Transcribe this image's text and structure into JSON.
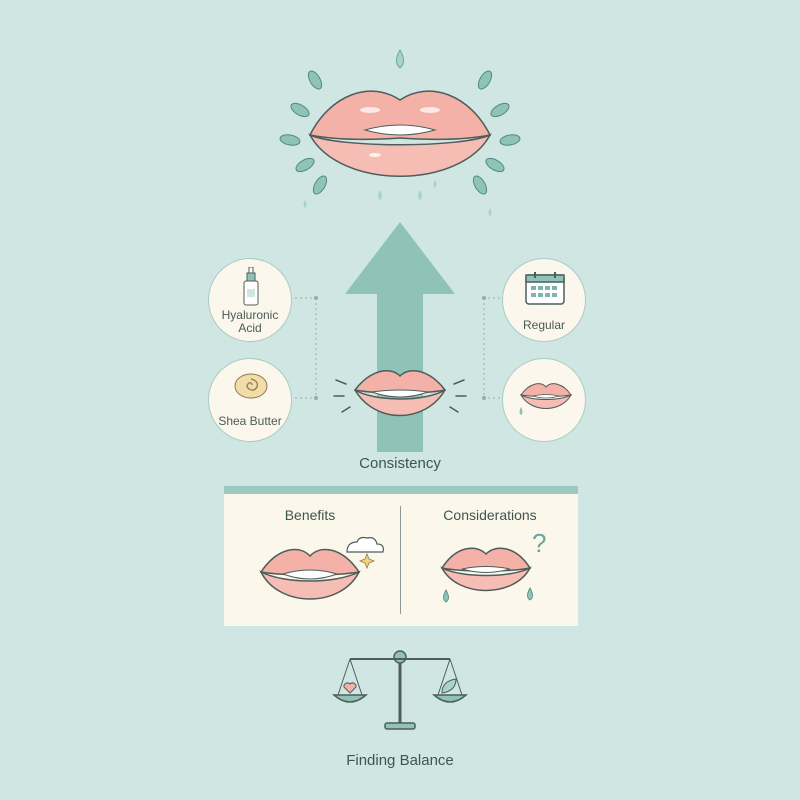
{
  "ingredients": {
    "hyaluronic_acid": "Hyaluronic Acid",
    "shea_butter": "Shea Butter"
  },
  "routine": {
    "regular": "Regular"
  },
  "center_label": "Consistency",
  "panel": {
    "benefits_title": "Benefits",
    "considerations_title": "Considerations"
  },
  "footer_label": "Finding Balance",
  "colors": {
    "background": "#cfe6e2",
    "accent_teal": "#8fc3b8",
    "lip_pink": "#f4b1a8",
    "panel_bg": "#fbf7ea"
  }
}
